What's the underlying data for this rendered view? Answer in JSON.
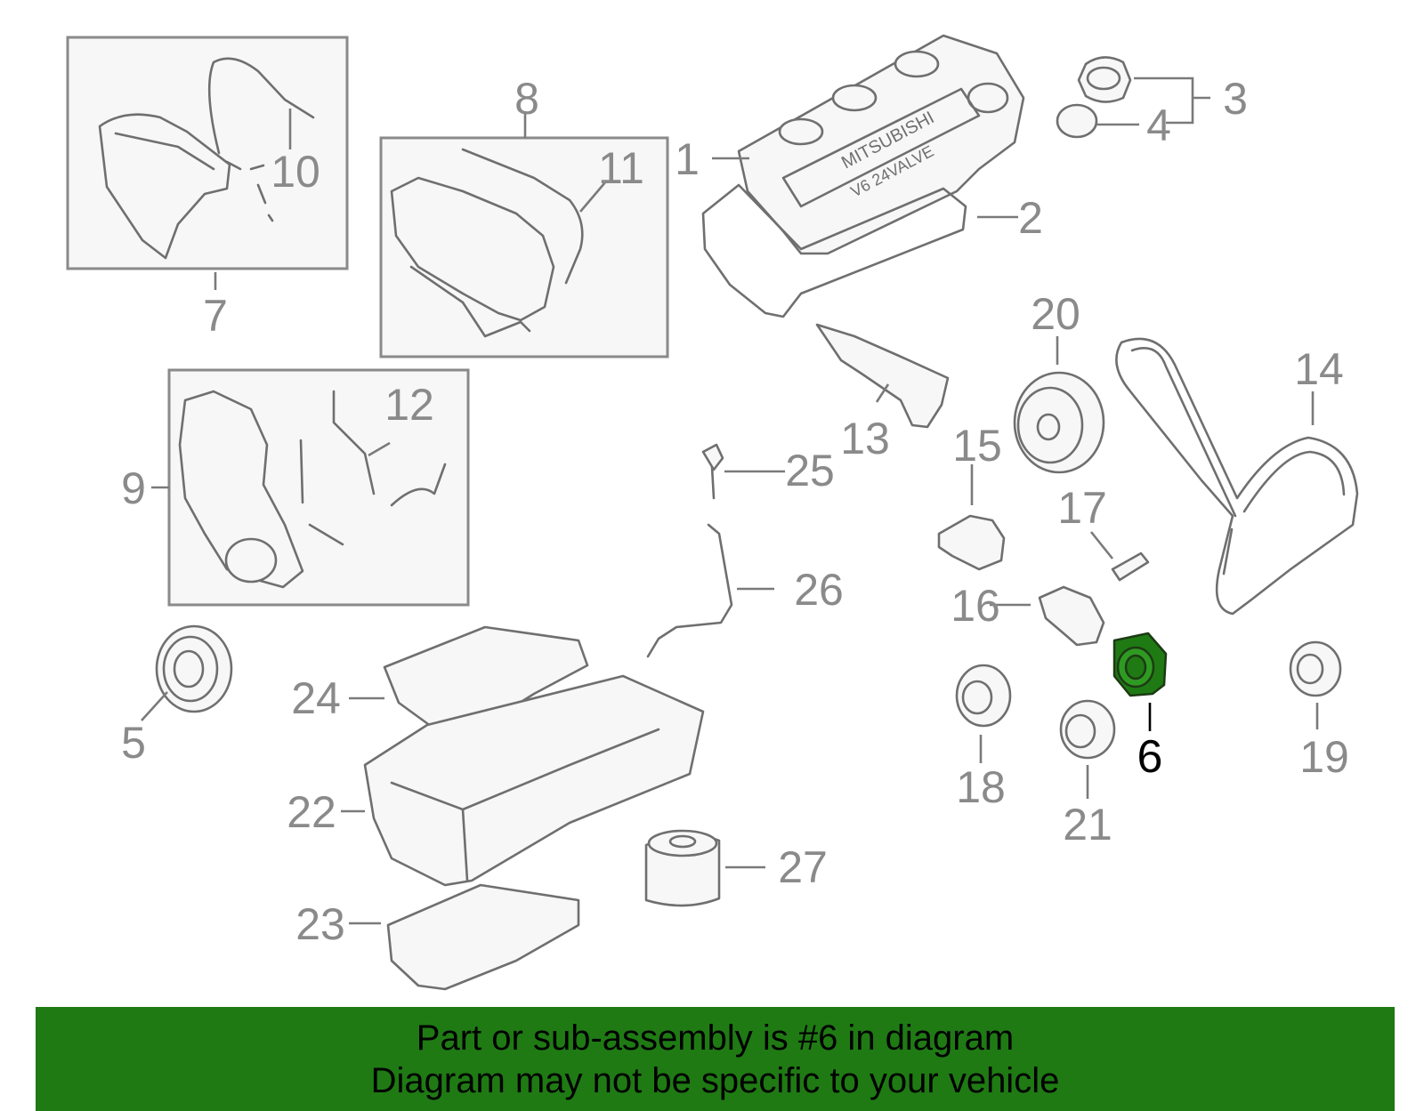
{
  "diagram": {
    "highlight_color": "#1f7a14",
    "label_color": "#8a8a8a",
    "highlighted_label_color": "#000000",
    "callouts": [
      {
        "id": "c1",
        "label": "1"
      },
      {
        "id": "c2",
        "label": "2"
      },
      {
        "id": "c3",
        "label": "3"
      },
      {
        "id": "c4",
        "label": "4"
      },
      {
        "id": "c5",
        "label": "5"
      },
      {
        "id": "c6",
        "label": "6",
        "highlighted": true
      },
      {
        "id": "c7",
        "label": "7"
      },
      {
        "id": "c8",
        "label": "8"
      },
      {
        "id": "c9",
        "label": "9"
      },
      {
        "id": "c10",
        "label": "10"
      },
      {
        "id": "c11",
        "label": "11"
      },
      {
        "id": "c12",
        "label": "12"
      },
      {
        "id": "c13",
        "label": "13"
      },
      {
        "id": "c14",
        "label": "14"
      },
      {
        "id": "c15",
        "label": "15"
      },
      {
        "id": "c16",
        "label": "16"
      },
      {
        "id": "c17",
        "label": "17"
      },
      {
        "id": "c18",
        "label": "18"
      },
      {
        "id": "c19",
        "label": "19"
      },
      {
        "id": "c20",
        "label": "20"
      },
      {
        "id": "c21",
        "label": "21"
      },
      {
        "id": "c22",
        "label": "22"
      },
      {
        "id": "c23",
        "label": "23"
      },
      {
        "id": "c24",
        "label": "24"
      },
      {
        "id": "c25",
        "label": "25"
      },
      {
        "id": "c26",
        "label": "26"
      },
      {
        "id": "c27",
        "label": "27"
      }
    ],
    "cover_text_line1": "MITSUBISHI",
    "cover_text_line2": "V6  24VALVE"
  },
  "banner": {
    "background": "#1f7a14",
    "line1": "Part or sub-assembly is #6 in diagram",
    "line2": "Diagram may not be specific to your vehicle"
  }
}
